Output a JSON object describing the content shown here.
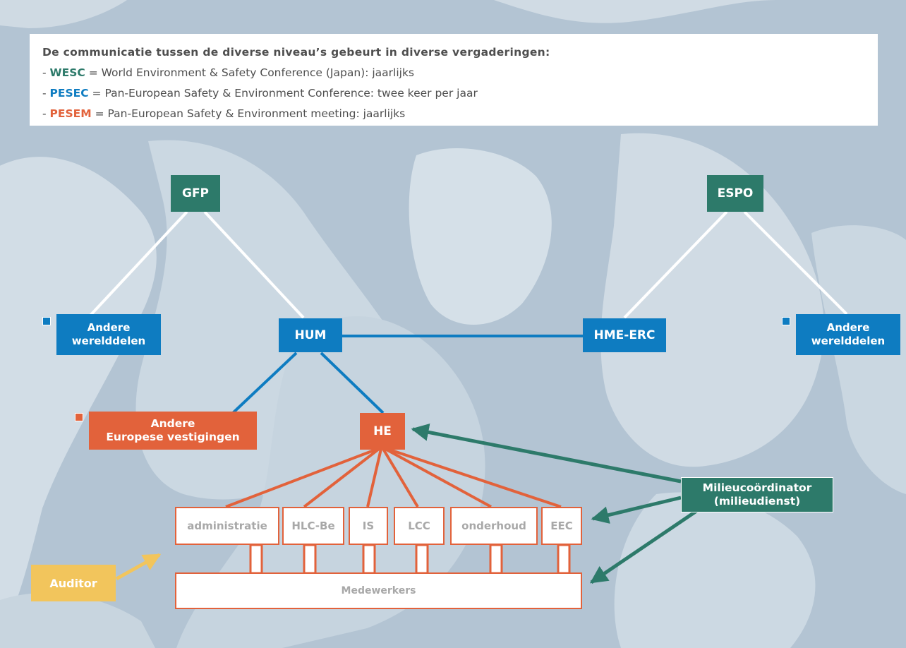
{
  "legend": {
    "title": "De communicatie tussen de diverse niveau’s gebeurt in diverse vergaderingen:",
    "items": [
      {
        "prefix": "- ",
        "abbr": "WESC",
        "text": " = World Environment & Safety Conference (Japan): jaarlijks",
        "color": "#2d7a6a"
      },
      {
        "prefix": "- ",
        "abbr": "PESEC",
        "text": " = Pan-European Safety & Environment Conference: twee keer per jaar",
        "color": "#0e7cc1"
      },
      {
        "prefix": "- ",
        "abbr": "PESEM",
        "text": " = Pan-European Safety & Environment meeting: jaarlijks",
        "color": "#e2623b"
      }
    ]
  },
  "nodes": {
    "gfp": "GFP",
    "espo": "ESPO",
    "hum": "HUM",
    "hme_erc": "HME-ERC",
    "andere_left": "Andere\nwerelddelen",
    "andere_right": "Andere\nwerelddelen",
    "andere_europese": "Andere\nEuropese vestigingen",
    "he": "HE",
    "milieu": "Milieucoördinator\n(milieudienst)",
    "auditor": "Auditor",
    "medewerkers": "Medewerkers"
  },
  "departments": [
    "administratie",
    "HLC-Be",
    "IS",
    "LCC",
    "onderhoud",
    "EEC"
  ],
  "colors": {
    "teal": "#2d7a6a",
    "blue": "#0e7cc1",
    "orange": "#e2623b",
    "yellow": "#f2c55c",
    "map_water": "#9eb4c7",
    "map_land": "#cfdbe4"
  }
}
